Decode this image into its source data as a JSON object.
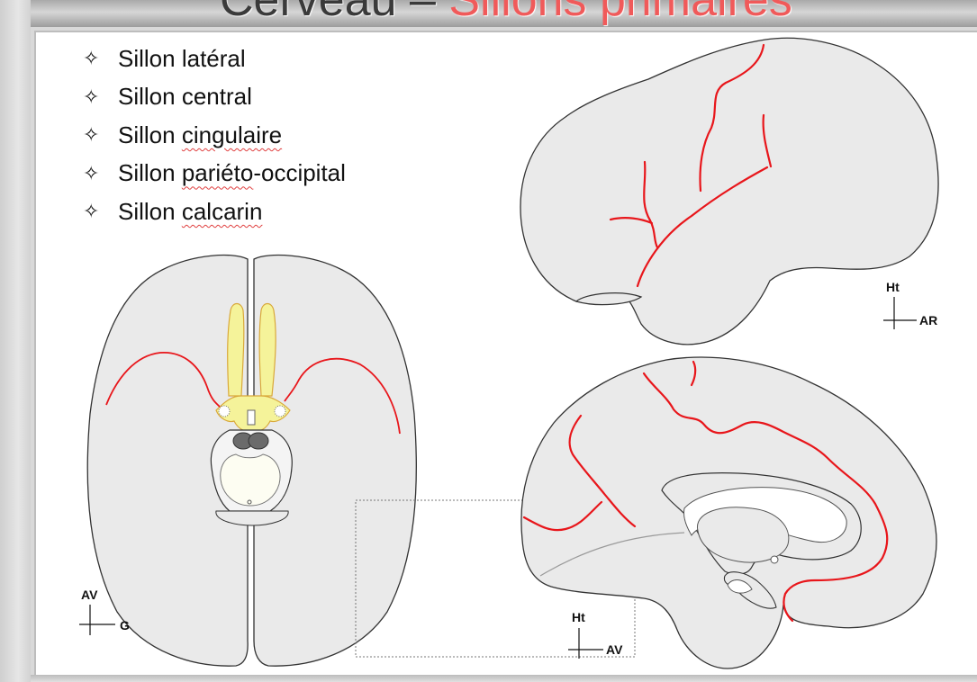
{
  "slide_title": {
    "prefix": "Cerveau – ",
    "accent": "Sillons primaires"
  },
  "bullets": [
    {
      "pre": "Sillon ",
      "word": "latéral",
      "wavy": false
    },
    {
      "pre": "Sillon ",
      "word": "central",
      "wavy": false
    },
    {
      "pre": "Sillon ",
      "word": "cingulaire",
      "wavy": true
    },
    {
      "pre": "Sillon ",
      "word": "pariéto",
      "post": "-occipital",
      "wavy": true
    },
    {
      "pre": "Sillon ",
      "word": "calcarin",
      "wavy": true
    }
  ],
  "bullet_icon": "four-point-star-icon",
  "orientation": {
    "lateral": {
      "up": "Ht",
      "right": "AR"
    },
    "medial": {
      "up": "Ht",
      "right": "AV"
    },
    "ventral": {
      "up": "AV",
      "right": "G"
    }
  },
  "colors": {
    "sulcus": "#e8161b",
    "brain_fill": "#eaeaea",
    "outline": "#333333",
    "chiasm": "#f5f39a",
    "title_accent": "#f05a5a"
  }
}
